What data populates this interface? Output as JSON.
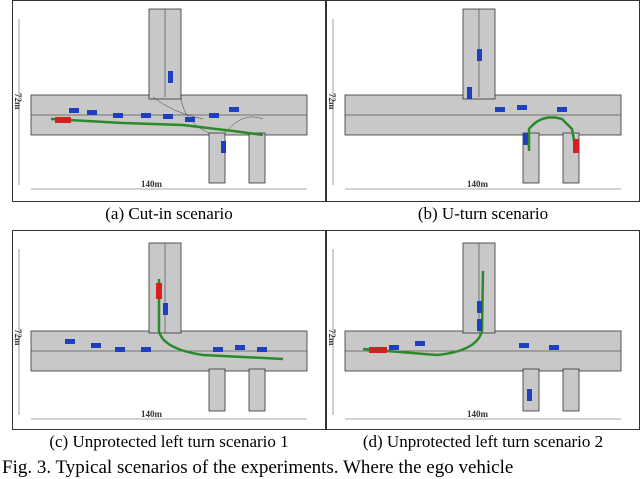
{
  "panels": [
    {
      "caption": "(a) Cut-in scenario",
      "width_label": "140m",
      "height_label": "72m"
    },
    {
      "caption": "(b) U-turn scenario",
      "width_label": "140m",
      "height_label": "72m"
    },
    {
      "caption": "(c) Unprotected left turn scenario 1",
      "width_label": "140m",
      "height_label": "72m"
    },
    {
      "caption": "(d) Unprotected left turn scenario 2",
      "width_label": "140m",
      "height_label": "72m"
    }
  ],
  "figure_caption": "Fig. 3. Typical scenarios of the experiments. Where the ego vehicle",
  "colors": {
    "road": "#c8c8c8",
    "lane_line": "#222222",
    "other_vehicle": "#1f3fbf",
    "ego_vehicle": "#d42020",
    "planned_path": "#2a8a2a"
  }
}
